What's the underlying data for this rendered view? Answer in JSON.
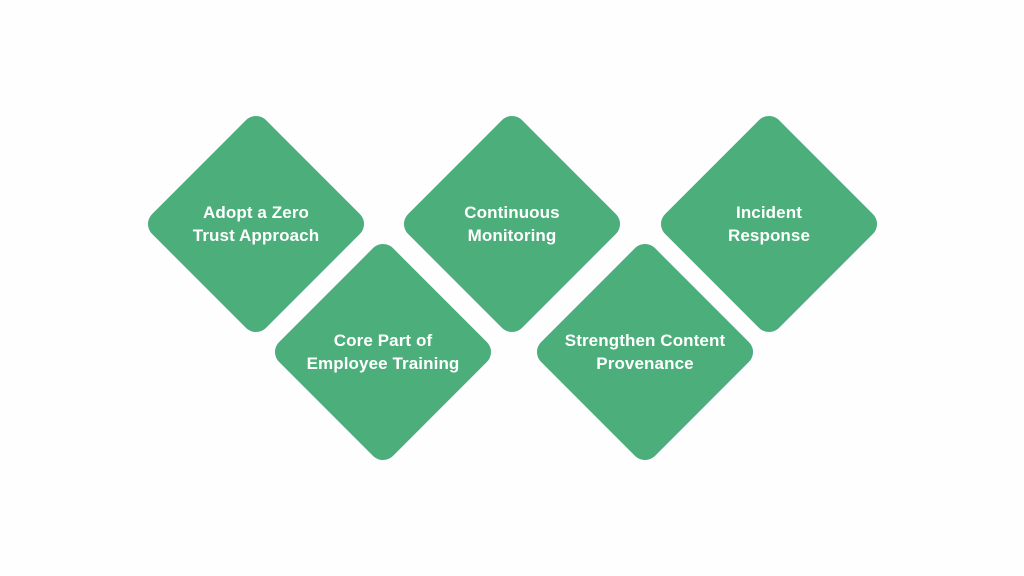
{
  "diagram": {
    "type": "diamond-grid",
    "title": "",
    "background_color": "#fefefe",
    "shape_color": "#4cae7b",
    "text_color": "#ffffff",
    "nodes": [
      {
        "id": "adopt-zero-trust",
        "label": "Adopt a Zero\nTrust Approach"
      },
      {
        "id": "core-employee-training",
        "label": "Core Part of\nEmployee Training"
      },
      {
        "id": "continuous-monitoring",
        "label": "Continuous\nMonitoring"
      },
      {
        "id": "strengthen-provenance",
        "label": "Strengthen Content\nProvenance"
      },
      {
        "id": "incident-response",
        "label": "Incident\nResponse"
      }
    ]
  }
}
